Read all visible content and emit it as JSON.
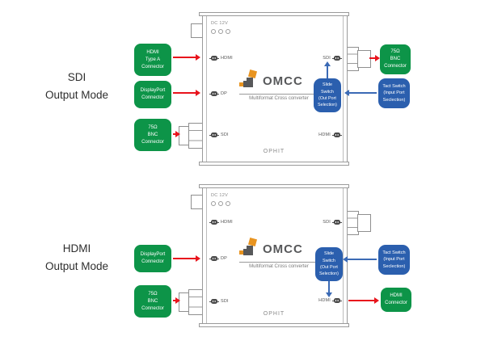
{
  "colors": {
    "green": "#0d9448",
    "blue": "#2b5fae",
    "red": "#e8131c",
    "arrow_blue": "#3b6ab5",
    "logo_orange": "#e89420",
    "logo_gray": "#57585a"
  },
  "sections": [
    {
      "mode": {
        "line1": "SDI",
        "line2": "Output Mode"
      },
      "device": {
        "power": "DC 12V",
        "brand": "OMCC",
        "subtitle": "Multiformat Cross converter",
        "footer": "OPHIT",
        "ports_left": [
          "HDMI",
          "DP",
          "SDI"
        ],
        "ports_right": [
          "SDI",
          "HDMI"
        ],
        "slide_switch": "Slide\nSwitch\n(Out Port\nSelection)"
      },
      "left_boxes": [
        "HDMI\nType A\nConnector",
        "DisplayPort\nConnector",
        "75Ω\nBNC\nConnector"
      ],
      "right_boxes": {
        "bnc": "75Ω\nBNC\nConnector",
        "tact": "Tact Switch\n(Input Port\nSeclection)"
      }
    },
    {
      "mode": {
        "line1": "HDMI",
        "line2": "Output Mode"
      },
      "device": {
        "power": "DC 12V",
        "brand": "OMCC",
        "subtitle": "Multiformat Cross converter",
        "footer": "OPHIT",
        "ports_left": [
          "HDMI",
          "DP",
          "SDI"
        ],
        "ports_right": [
          "SDI",
          "HDMI"
        ],
        "slide_switch": "Slide\nSwitch\n(Out Port\nSelection)"
      },
      "left_boxes": [
        "DisplayPort\nConnector",
        "75Ω\nBNC\nConnector"
      ],
      "right_boxes": {
        "tact": "Tact Switch\n(Input Port\nSeclection)",
        "hdmi": "HDMI\nConnector"
      }
    }
  ]
}
